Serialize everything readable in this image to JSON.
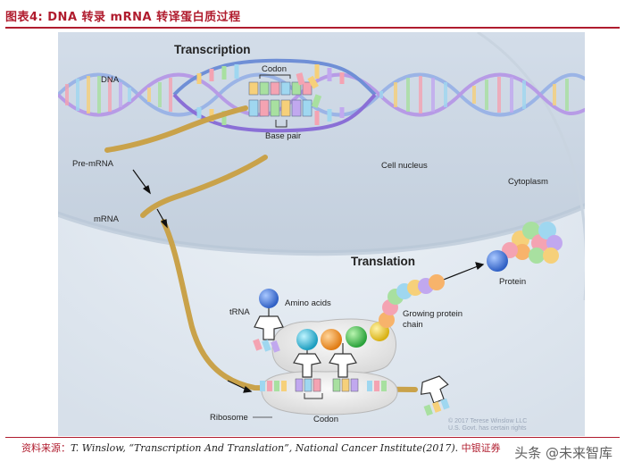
{
  "header": {
    "title": "图表4: DNA 转录 mRNA 转译蛋白质过程"
  },
  "diagram": {
    "transcription_title": "Transcription",
    "translation_title": "Translation",
    "labels": {
      "codon_top": "Codon",
      "dna": "DNA",
      "base_pair": "Base pair",
      "pre_mrna": "Pre-mRNA",
      "mrna": "mRNA",
      "cell_nucleus": "Cell nucleus",
      "cytoplasm": "Cytoplasm",
      "protein": "Protein",
      "amino_acids": "Amino acids",
      "trna": "tRNA",
      "growing_chain_1": "Growing protein",
      "growing_chain_2": "chain",
      "ribosome": "Ribosome",
      "codon_bottom": "Codon"
    },
    "copyright_line1": "© 2017 Terese Winslow LLC",
    "copyright_line2": "U.S. Govt. has certain rights"
  },
  "footer": {
    "source_prefix": "资料来源：",
    "source_text": "T. Winslow, “Transcription And Translation”, National Cancer Institute(2017).",
    "source_suffix": "中银证券",
    "watermark": "头条 @未来智库"
  },
  "colors": {
    "accent": "#b01c2e",
    "nucleus": "#dde5ef",
    "mrna_strand": "#c9a24a",
    "dna_blue": "#4a78c9"
  }
}
